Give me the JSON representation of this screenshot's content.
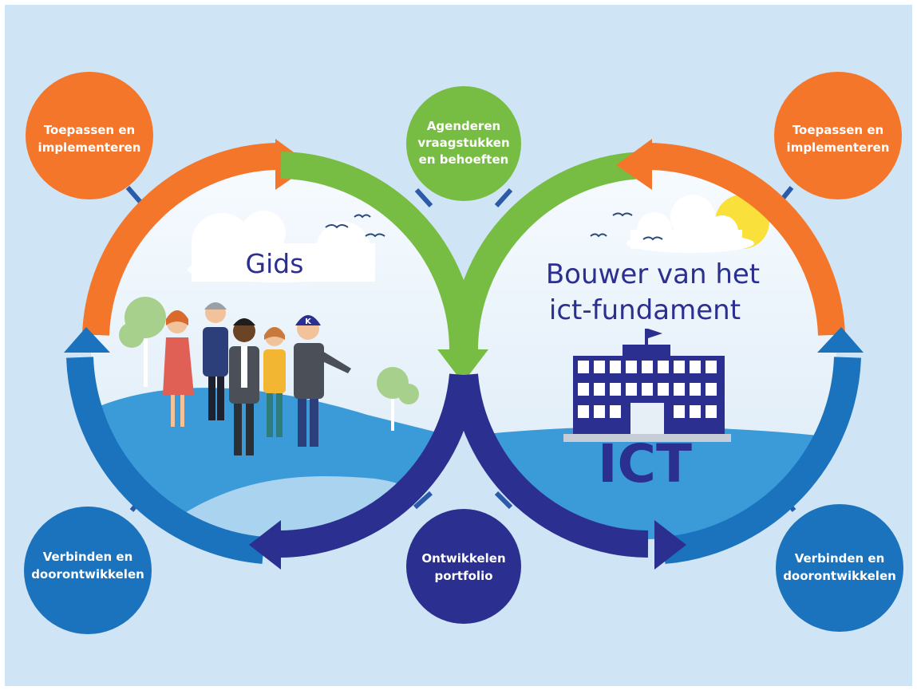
{
  "nodes": {
    "top_left": {
      "line1": "Toepassen en",
      "line2": "implementeren"
    },
    "top_center": {
      "line1": "Agenderen",
      "line2": "vraagstukken",
      "line3": "en behoeften"
    },
    "top_right": {
      "line1": "Toepassen en",
      "line2": "implementeren"
    },
    "bottom_left": {
      "line1": "Verbinden en",
      "line2": "doorontwikkelen"
    },
    "bottom_center": {
      "line1": "Ontwikkelen",
      "line2": "portfolio"
    },
    "bottom_right": {
      "line1": "Verbinden en",
      "line2": "doorontwikkelen"
    }
  },
  "panels": {
    "left": {
      "title": "Gids"
    },
    "right": {
      "title_line1": "Bouwer van het",
      "title_line2": "ict-fundament",
      "building_sign": "ICT"
    }
  },
  "colors": {
    "background": "#cfe4f5",
    "orange": "#f4762a",
    "green": "#78bd43",
    "blue": "#1b72bd",
    "navy": "#2b2f8f",
    "sky": "#e8f2fa",
    "hill": "#3a9bd8"
  }
}
